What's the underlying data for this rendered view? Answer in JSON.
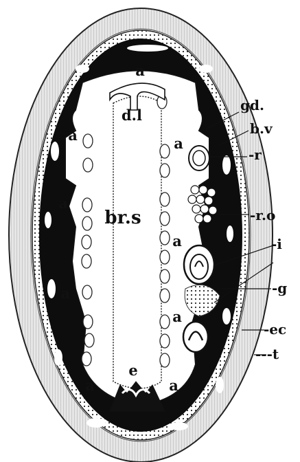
{
  "figure": {
    "labels": {
      "a": "a",
      "dl": "d.l",
      "brs": "br.s",
      "e": "e",
      "gd": "gd.",
      "bv": "b.v",
      "r": "-r",
      "ro": "-r.o",
      "i": "-i",
      "g": "-g",
      "ec": "-ec",
      "t": "---t"
    }
  },
  "colors": {
    "ink": "#111111",
    "paper": "#ffffff",
    "tunic": "#d9d9d9"
  }
}
